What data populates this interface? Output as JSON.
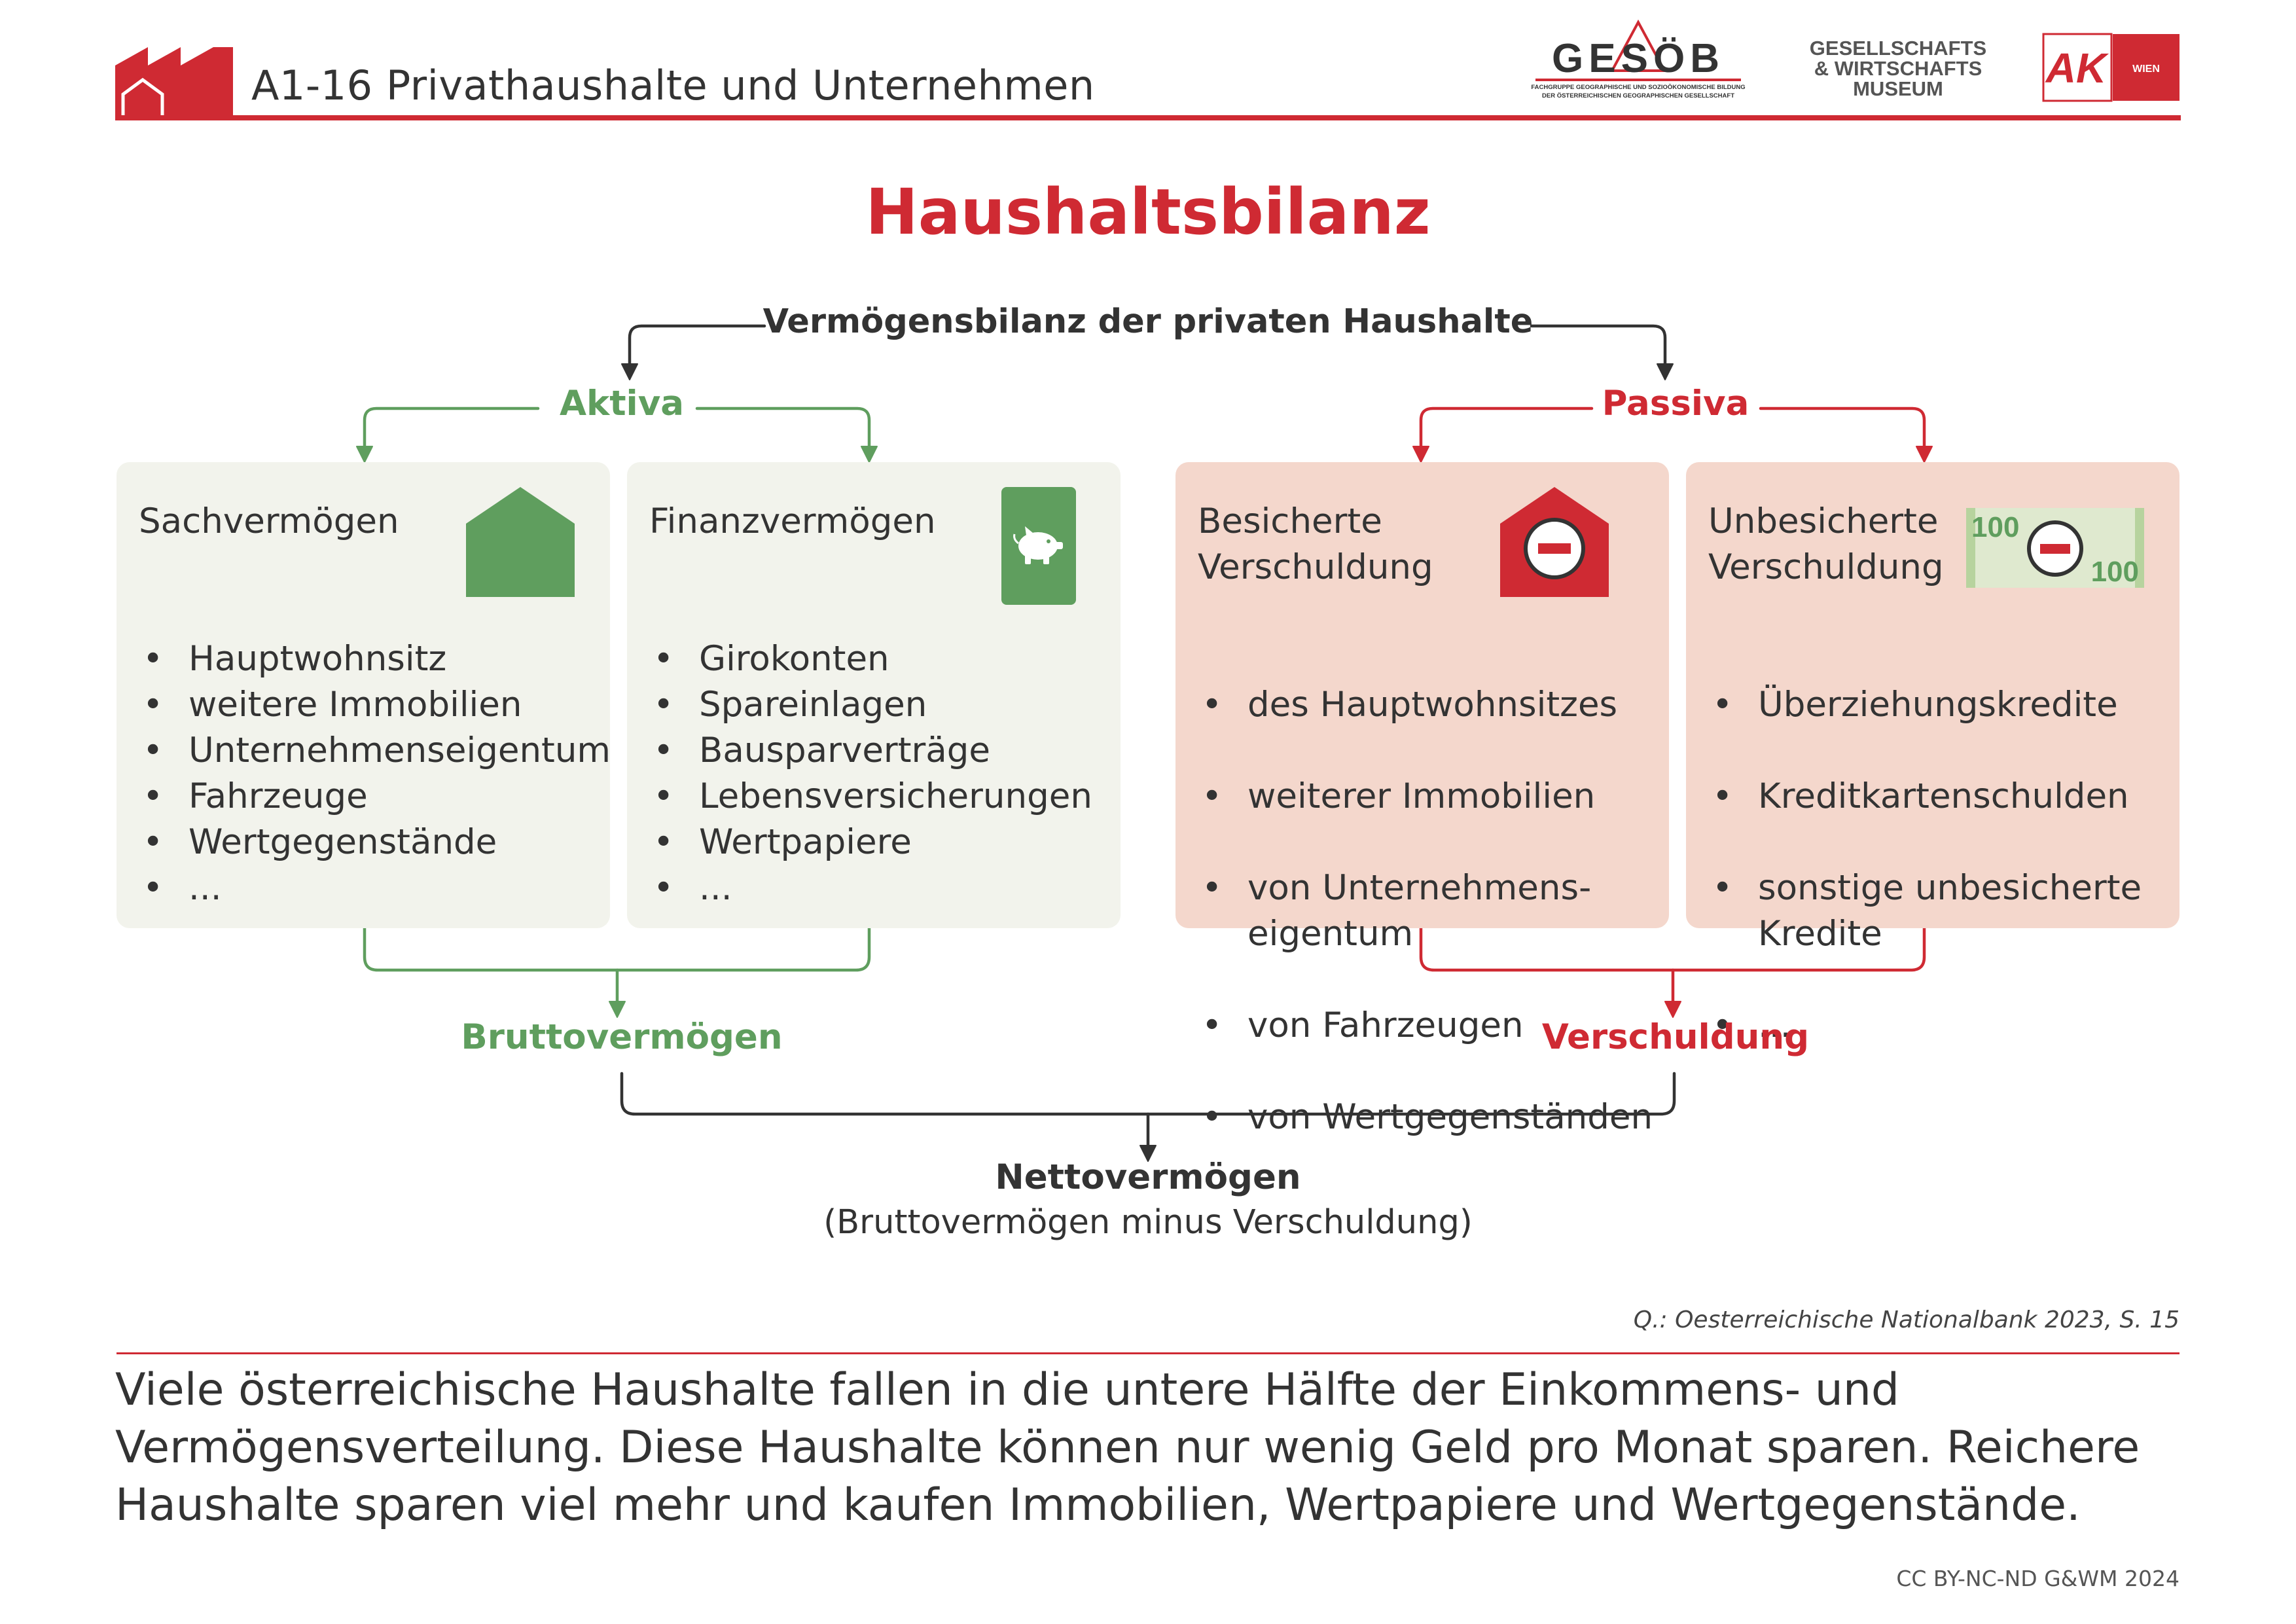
{
  "header": {
    "title": "A1-16 Privathaushalte und Unternehmen",
    "logos": {
      "gesoeb": {
        "name": "GESÖB",
        "subtitle_line1": "FACHGRUPPE GEOGRAPHISCHE UND SOZIOÖKONOMISCHE BILDUNG",
        "subtitle_line2": "DER ÖSTERREICHISCHEN GEOGRAPHISCHEN GESELLSCHAFT"
      },
      "gwm": [
        "GESELLSCHAFTS",
        "& WIRTSCHAFTS",
        "MUSEUM"
      ],
      "ak": {
        "name": "AK",
        "sub": "WIEN"
      }
    },
    "icon": "factory-icon",
    "accent_color": "#cf2a33"
  },
  "title": "Haushaltsbilanz",
  "diagram": {
    "top_label": "Vermögensbilanz der privaten Haushalte",
    "aktiva_label": "Aktiva",
    "passiva_label": "Passiva",
    "cards": [
      {
        "title": "Sachvermögen",
        "icon": "house-icon",
        "items": [
          "Hauptwohnsitz",
          "weitere Immobilien",
          "Unternehmenseigentum",
          "Fahrzeuge",
          "Wertgegenstände",
          "..."
        ]
      },
      {
        "title": "Finanzvermögen",
        "icon": "piggy-bank-icon",
        "items": [
          "Girokonten",
          "Spareinlagen",
          "Bausparverträge",
          "Lebensversicherungen",
          "Wertpapiere",
          "..."
        ]
      },
      {
        "title": "Besicherte Verschuldung",
        "icon": "house-minus-icon",
        "items": [
          "des Hauptwohnsitzes",
          "weiterer Immobilien",
          "von Unternehmens-\neigentum",
          "von Fahrzeugen",
          "von Wertgegenständen"
        ]
      },
      {
        "title": "Unbesicherte Verschuldung",
        "icon": "banknote-minus-icon",
        "banknote_value": "100",
        "items": [
          "Überziehungskredite",
          "Kreditkartenschulden",
          "sonstige unbesicherte\nKredite",
          "..."
        ]
      }
    ],
    "brutto_label": "Bruttovermögen",
    "verschuldung_label": "Verschuldung",
    "netto_label": "Nettovermögen",
    "netto_sub": "(Bruttovermögen minus Verschuldung)",
    "colors": {
      "green": "#5f9e5e",
      "red": "#cf2a33",
      "green_bg": "#f2f3ec",
      "red_bg": "#f4d7cc"
    }
  },
  "source": "Q.: Oesterreichische Nationalbank 2023, S. 15",
  "summary": "Viele österreichische Haushalte fallen in die untere Hälfte der Einkommens- und Vermögensverteilung. Diese Haushalte können nur wenig Geld pro Monat sparen. Reichere Haushalte sparen viel mehr und kaufen Immobilien, Wertpapiere und Wertgegenstände.",
  "license": "CC BY-NC-ND G&WM 2024"
}
